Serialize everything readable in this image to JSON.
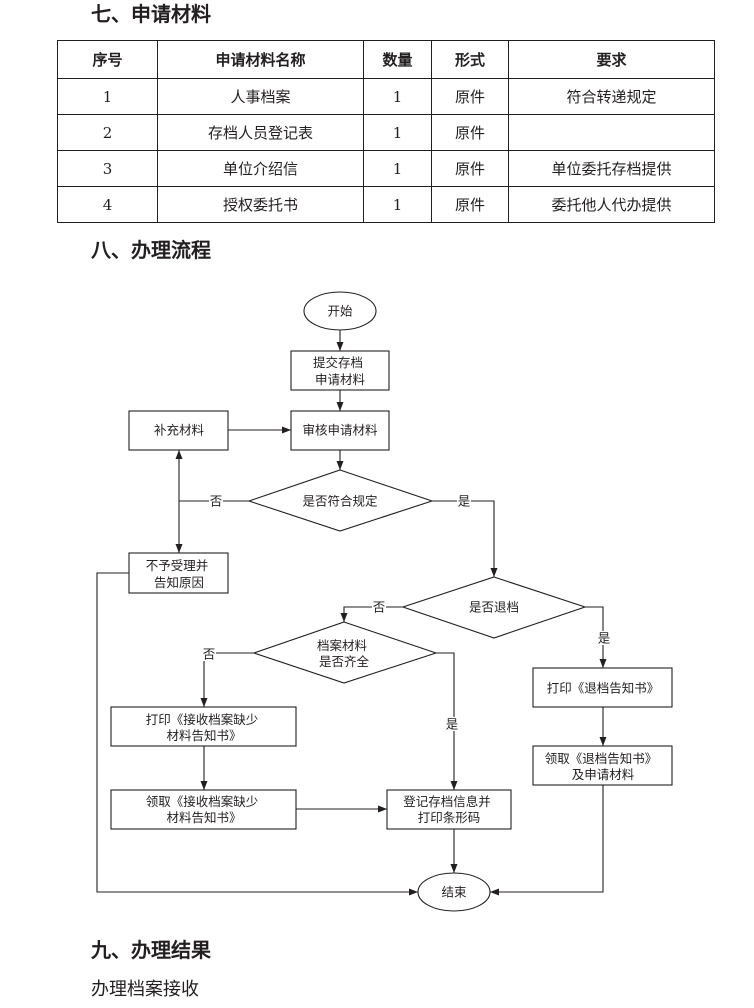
{
  "materials": {
    "heading": "七、申请材料",
    "table": {
      "headers": [
        "序号",
        "申请材料名称",
        "数量",
        "形式",
        "要求"
      ],
      "rows": [
        [
          "1",
          "人事档案",
          "1",
          "原件",
          "符合转递规定"
        ],
        [
          "2",
          "存档人员登记表",
          "1",
          "原件",
          ""
        ],
        [
          "3",
          "单位介绍信",
          "1",
          "原件",
          "单位委托存档提供"
        ],
        [
          "4",
          "授权委托书",
          "1",
          "原件",
          "委托他人代办提供"
        ]
      ]
    }
  },
  "process": {
    "heading": "八、办理流程",
    "flowchart": {
      "start": "开始",
      "submit": [
        "提交存档",
        "申请材料"
      ],
      "review": "审核申请材料",
      "supplement": "补充材料",
      "compliance_check": "是否符合规定",
      "reject": [
        "不予受理并",
        "告知原因"
      ],
      "return_check": "是否退档",
      "complete_check": [
        "档案材料",
        "是否齐全"
      ],
      "print_missing_notice": [
        "打印《接收档案缺少",
        "材料告知书》"
      ],
      "collect_missing_notice": [
        "领取《接收档案缺少",
        "材料告知书》"
      ],
      "register": [
        "登记存档信息并",
        "打印条形码"
      ],
      "print_return_notice": "打印《退档告知书》",
      "collect_return_notice": [
        "领取《退档告知书》",
        "及申请材料"
      ],
      "end": "结束",
      "branch_labels": {
        "compliance_no": "否",
        "compliance_yes": "是",
        "return_no": "否",
        "return_yes": "是",
        "complete_no": "否",
        "complete_yes": "是"
      }
    }
  },
  "result": {
    "heading": "九、办理结果",
    "text": "办理档案接收"
  }
}
